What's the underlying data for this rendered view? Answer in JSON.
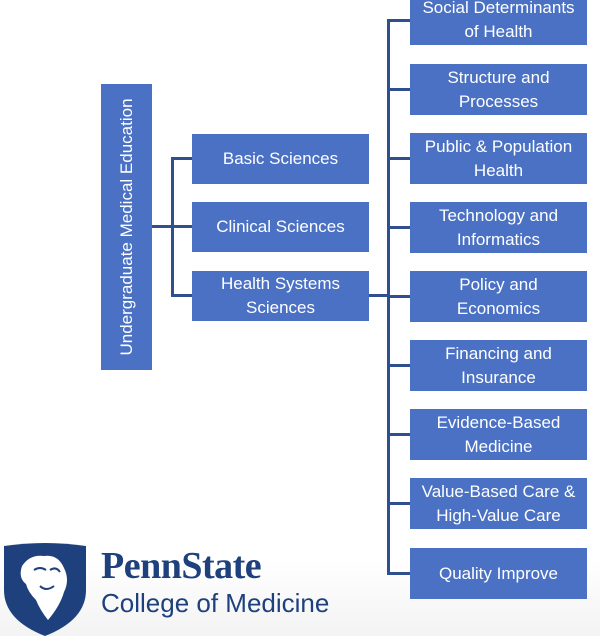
{
  "diagram": {
    "root": {
      "label": "Undergraduate Medical Education"
    },
    "level1": [
      {
        "label": "Basic Sciences"
      },
      {
        "label": "Clinical Sciences"
      },
      {
        "label": "Health Systems\nSciences"
      }
    ],
    "level2": [
      {
        "label": "Social Determinants\nof Health"
      },
      {
        "label": "Structure and\nProcesses"
      },
      {
        "label": "Public & Population\nHealth"
      },
      {
        "label": "Technology and\nInformatics"
      },
      {
        "label": "Policy and\nEconomics"
      },
      {
        "label": "Financing and\nInsurance"
      },
      {
        "label": "Evidence-Based\nMedicine"
      },
      {
        "label": "Value-Based Care &\nHigh-Value Care"
      },
      {
        "label": "Quality Improve"
      }
    ]
  },
  "branding": {
    "name": "PennState",
    "subtitle": "College of Medicine",
    "icon": "nittany-lion-shield-icon",
    "colors": {
      "navy": "#1e407c",
      "box": "#4a71c4",
      "connector": "#2f4f8f"
    }
  }
}
